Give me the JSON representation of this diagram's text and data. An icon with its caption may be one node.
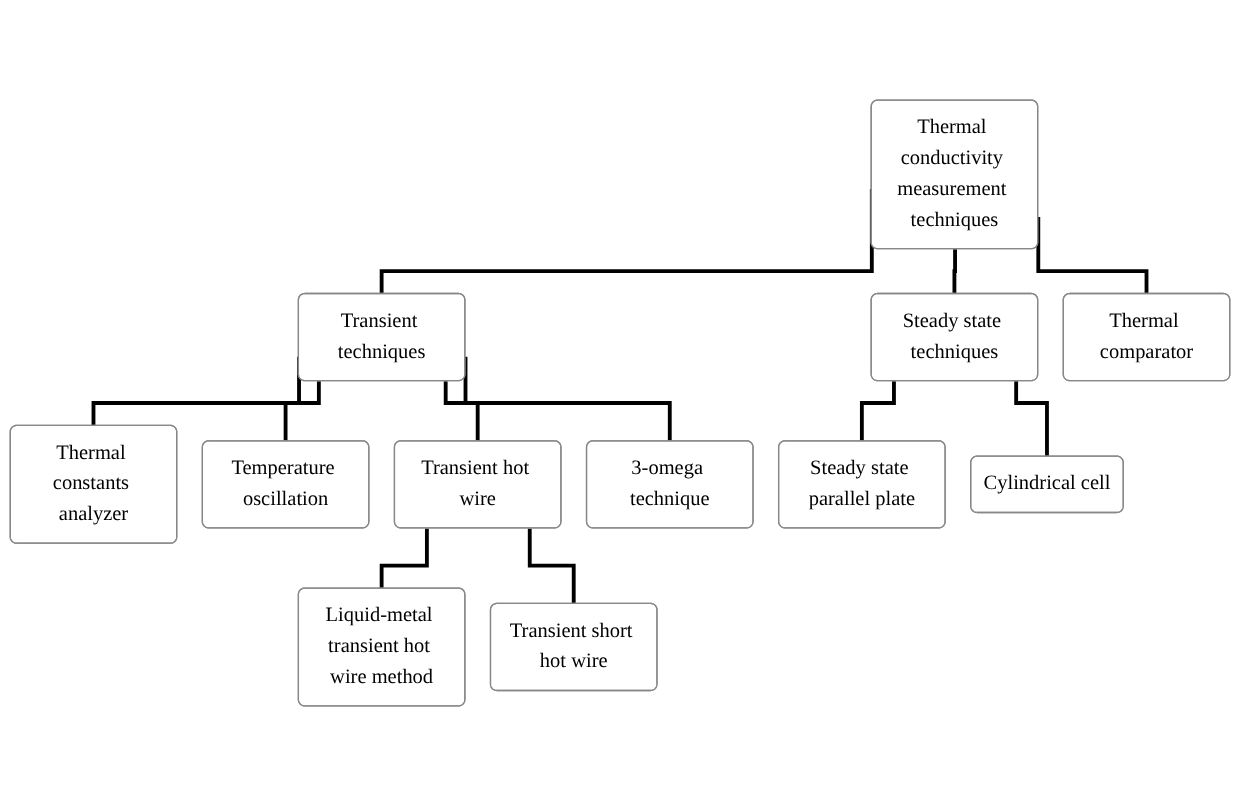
{
  "diagram": {
    "nodes": [
      {
        "text": [
          "Thermal conductivity measurement techniques"
        ]
      },
      {
        "text": [
          "Transient techniques"
        ]
      },
      {
        "text": [
          "Steady state techniques"
        ]
      },
      {
        "text": [
          "Thermal comparator"
        ]
      },
      {
        "text": [
          "Thermal constants analyzer"
        ]
      },
      {
        "text": [
          "Temperature oscillation"
        ]
      },
      {
        "text": [
          "Transient hot wire"
        ]
      },
      {
        "text": [
          "3-omega technique"
        ]
      },
      {
        "text": [
          "Steady state parallel plate"
        ]
      },
      {
        "text": [
          "Cylindrical cell"
        ]
      },
      {
        "text": [
          "Liquid-metal transient hot wire method"
        ]
      },
      {
        "text": [
          "Transient short hot wire"
        ]
      }
    ],
    "edges": [
      {
        "from": 0,
        "to": 1,
        "arrow": "none"
      },
      {
        "from": 0,
        "to": 2,
        "arrow": "none"
      },
      {
        "from": 0,
        "to": 3,
        "arrow": "none"
      },
      {
        "from": 1,
        "to": 4,
        "arrow": "none"
      },
      {
        "from": 1,
        "to": 5,
        "arrow": "none"
      },
      {
        "from": 1,
        "to": 6,
        "arrow": "none"
      },
      {
        "from": 1,
        "to": 7,
        "arrow": "none"
      },
      {
        "from": 2,
        "to": 8,
        "arrow": "none"
      },
      {
        "from": 2,
        "to": 9,
        "arrow": "none"
      },
      {
        "from": 6,
        "to": 10,
        "arrow": "none"
      },
      {
        "from": 6,
        "to": 11,
        "arrow": "none"
      }
    ]
  }
}
